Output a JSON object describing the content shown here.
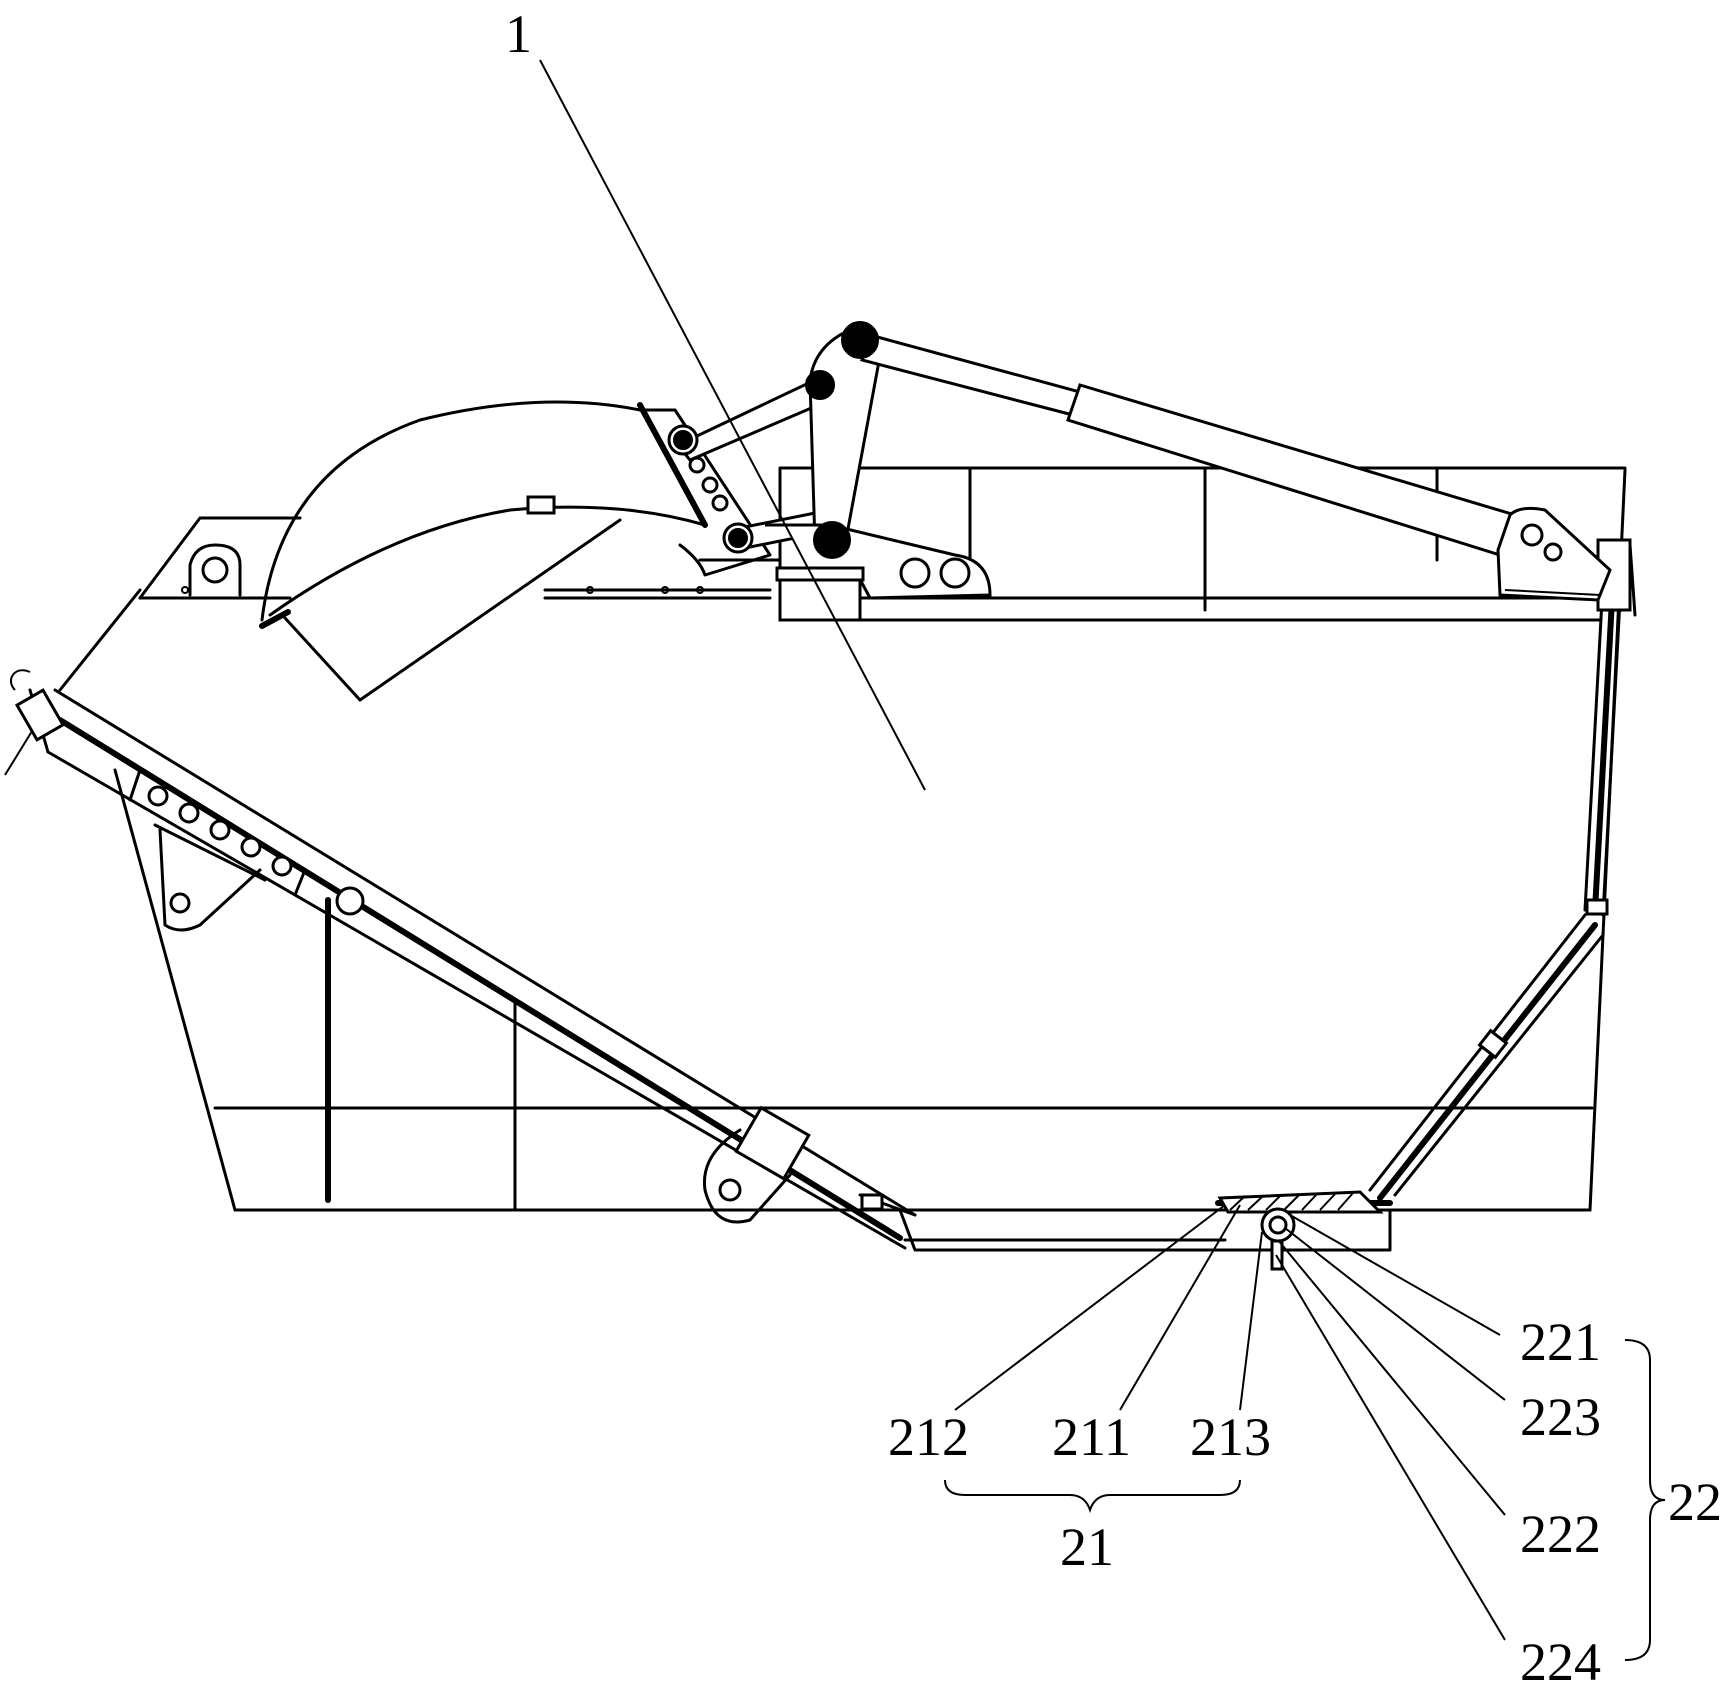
{
  "labels": {
    "l1": "1",
    "l212": "212",
    "l211": "211",
    "l213": "213",
    "l21": "21",
    "l221": "221",
    "l223": "223",
    "l222": "222",
    "l224": "224",
    "l22": "22"
  }
}
